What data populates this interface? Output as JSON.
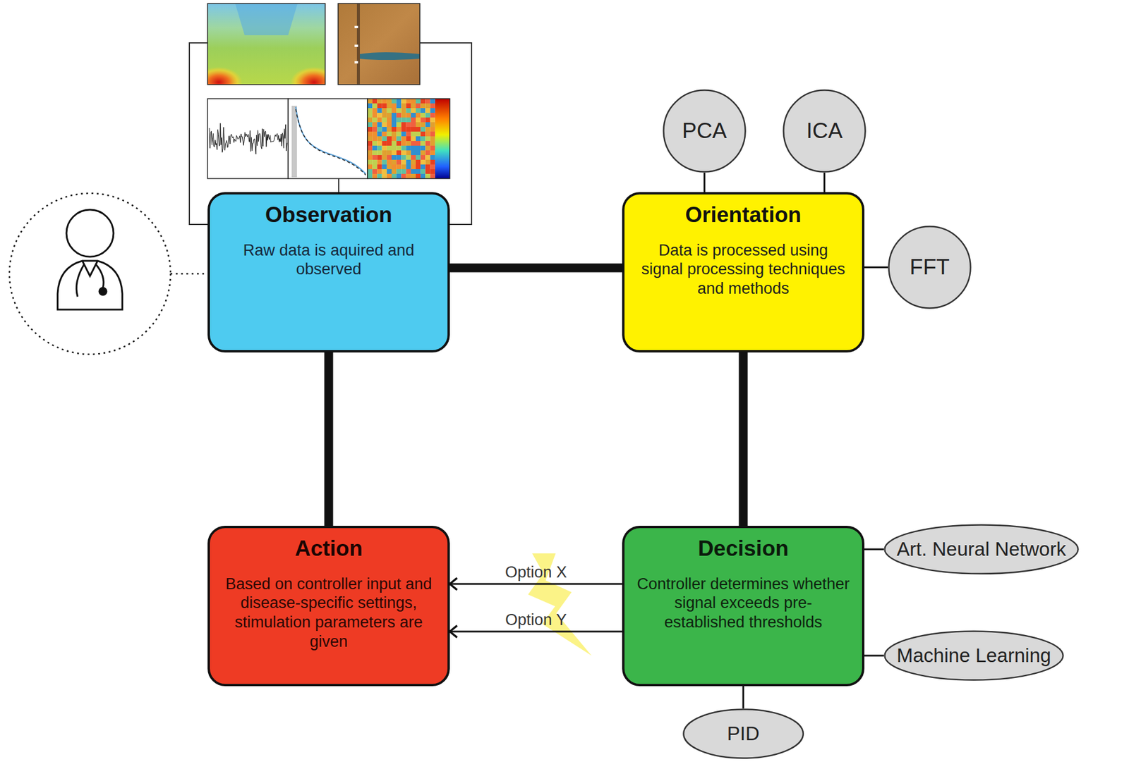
{
  "diagram": {
    "nodes": [
      {
        "text": [
          "Observation",
          "Raw data is aquired and observed"
        ]
      },
      {
        "text": [
          "Orientation",
          "Data is processed using signal processing techniques and methods"
        ]
      },
      {
        "text": [
          "PCA"
        ]
      },
      {
        "text": [
          "ICA"
        ]
      },
      {
        "text": [
          "FFT"
        ]
      },
      {
        "text": [
          "Action",
          "Based on controller input and disease-specific settings, stimulation parameters are given"
        ]
      },
      {
        "text": [
          "Decision",
          "Controller determines whether signal exceeds pre-established thresholds"
        ]
      },
      {
        "text": [
          "Art. Neural Network"
        ]
      },
      {
        "text": [
          "Machine Learning"
        ]
      },
      {
        "text": [
          "PID"
        ]
      }
    ],
    "edges": [
      {
        "from": 0,
        "to": 1,
        "arrow": "none"
      },
      {
        "from": 2,
        "to": 1,
        "arrow": "none"
      },
      {
        "from": 3,
        "to": 1,
        "arrow": "none"
      },
      {
        "from": 4,
        "to": 1,
        "arrow": "none"
      },
      {
        "from": 1,
        "to": 6,
        "arrow": "none"
      },
      {
        "from": 6,
        "to": 5,
        "label": "Option X",
        "arrow": "to"
      },
      {
        "from": 6,
        "to": 5,
        "label": "Option Y",
        "arrow": "to"
      },
      {
        "from": 5,
        "to": 0,
        "arrow": "none"
      },
      {
        "from": 7,
        "to": 6,
        "arrow": "none"
      },
      {
        "from": 8,
        "to": 6,
        "arrow": "none"
      },
      {
        "from": 9,
        "to": 6,
        "arrow": "none"
      }
    ]
  }
}
